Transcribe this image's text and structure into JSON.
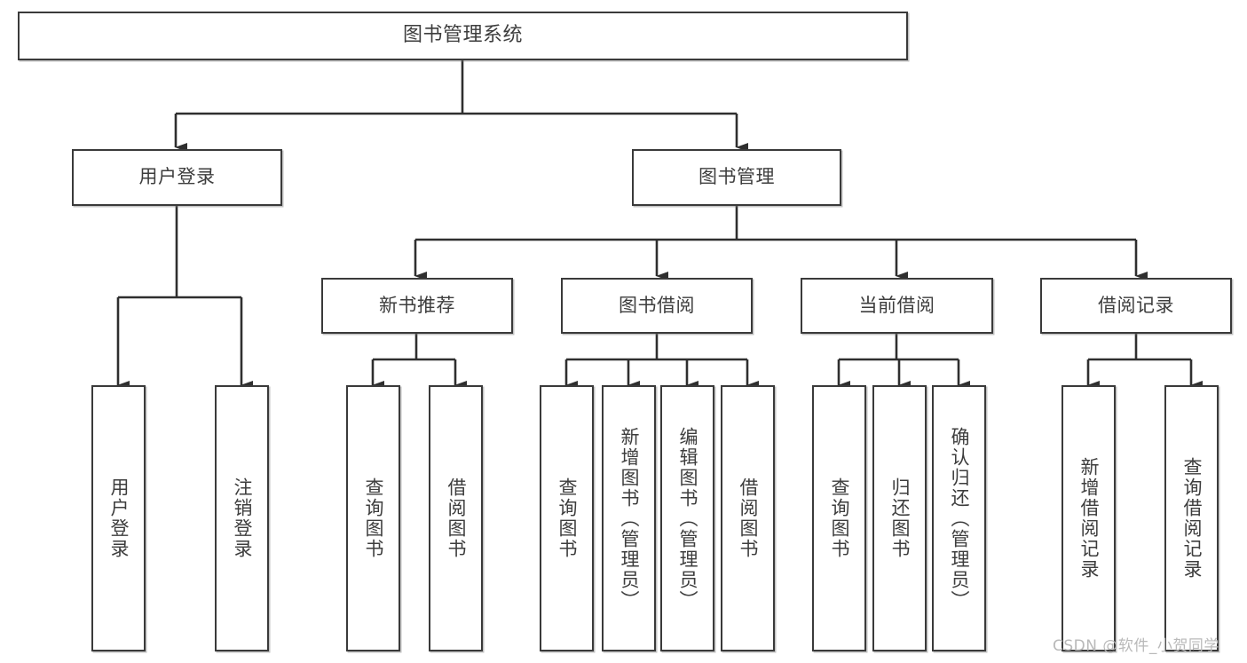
{
  "diagram": {
    "title": "图书管理系统",
    "type": "hierarchy-tree",
    "watermark": "CSDN @软件_小贺同学",
    "colors": {
      "box_border": "#3a3a3a",
      "box_fill": "#ffffff",
      "text": "#3d3d3d",
      "connector": "#2f2f2f",
      "watermark": "#b9b9b9",
      "background": "#ffffff"
    },
    "nodes": {
      "root": {
        "label": "图书管理系统"
      },
      "level2": [
        {
          "label": "用户登录"
        },
        {
          "label": "图书管理"
        }
      ],
      "level3": [
        {
          "label": "新书推荐"
        },
        {
          "label": "图书借阅"
        },
        {
          "label": "当前借阅"
        },
        {
          "label": "借阅记录"
        }
      ],
      "leaves_user_login": [
        {
          "label": "用户登录"
        },
        {
          "label": "注销登录"
        }
      ],
      "leaves_new_book": [
        {
          "label": "查询图书"
        },
        {
          "label": "借阅图书"
        }
      ],
      "leaves_borrow": [
        {
          "label": "查询图书"
        },
        {
          "label": "新增图书（管理员）"
        },
        {
          "label": "编辑图书（管理员）"
        },
        {
          "label": "借阅图书"
        }
      ],
      "leaves_current": [
        {
          "label": "查询图书"
        },
        {
          "label": "归还图书"
        },
        {
          "label": "确认归还（管理员）"
        }
      ],
      "leaves_records": [
        {
          "label": "新增借阅记录"
        },
        {
          "label": "查询借阅记录"
        }
      ]
    }
  }
}
